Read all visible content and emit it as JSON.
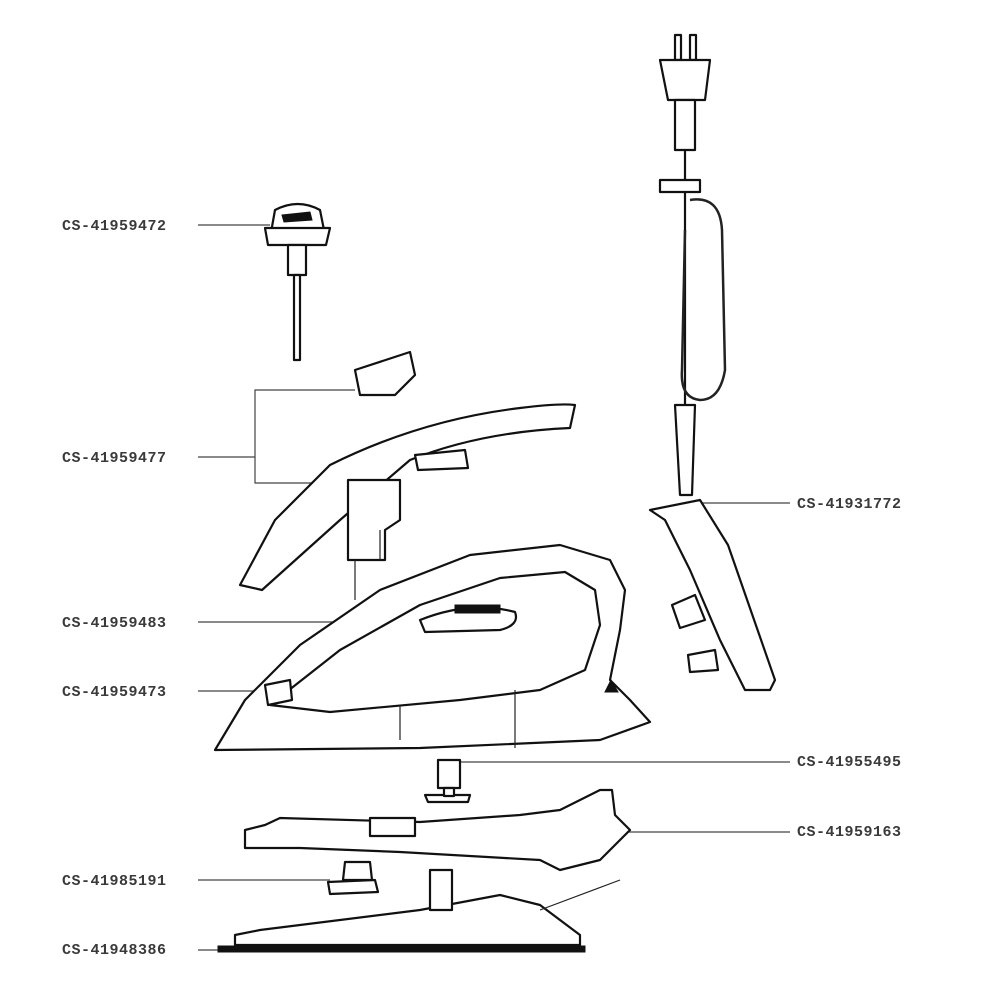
{
  "diagram": {
    "labels": {
      "thermostat_knob": "CS-41959472",
      "handle_cover": "CS-41959477",
      "water_tank": "CS-41959483",
      "spray_nozzle": "CS-41959473",
      "power_cord": "CS-41931772",
      "valve": "CS-41955495",
      "skirt": "CS-41959163",
      "anti_scale_plug": "CS-41985191",
      "soleplate": "CS-41948386"
    }
  }
}
